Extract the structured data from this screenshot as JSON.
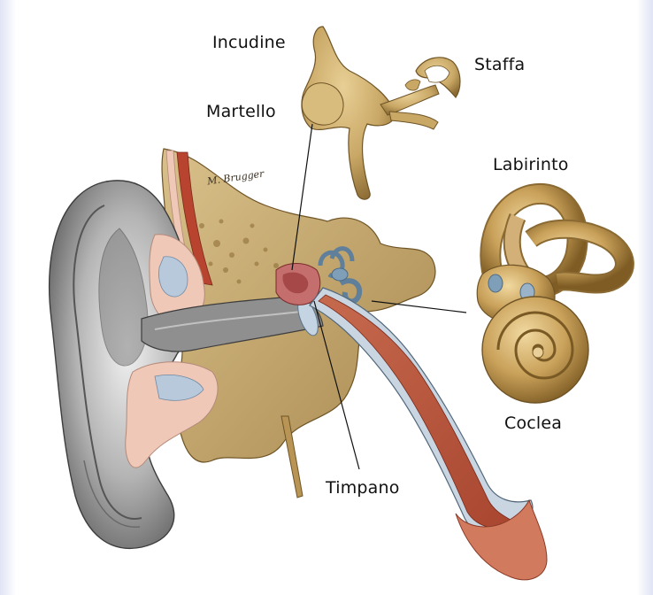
{
  "labels": {
    "incudine": "Incudine",
    "staffa": "Staffa",
    "martello": "Martello",
    "labirinto": "Labirinto",
    "coclea": "Coclea",
    "timpano": "Timpano"
  },
  "signature": "M. Brugger",
  "colors": {
    "bone": "#c9a866",
    "bone_dark": "#8a6a32",
    "skin_gray": "#9a9a9a",
    "canal_red": "#b5553c",
    "cartilage_pink": "#f0c8b8",
    "labyrinth_blue": "#7f9fb8"
  }
}
